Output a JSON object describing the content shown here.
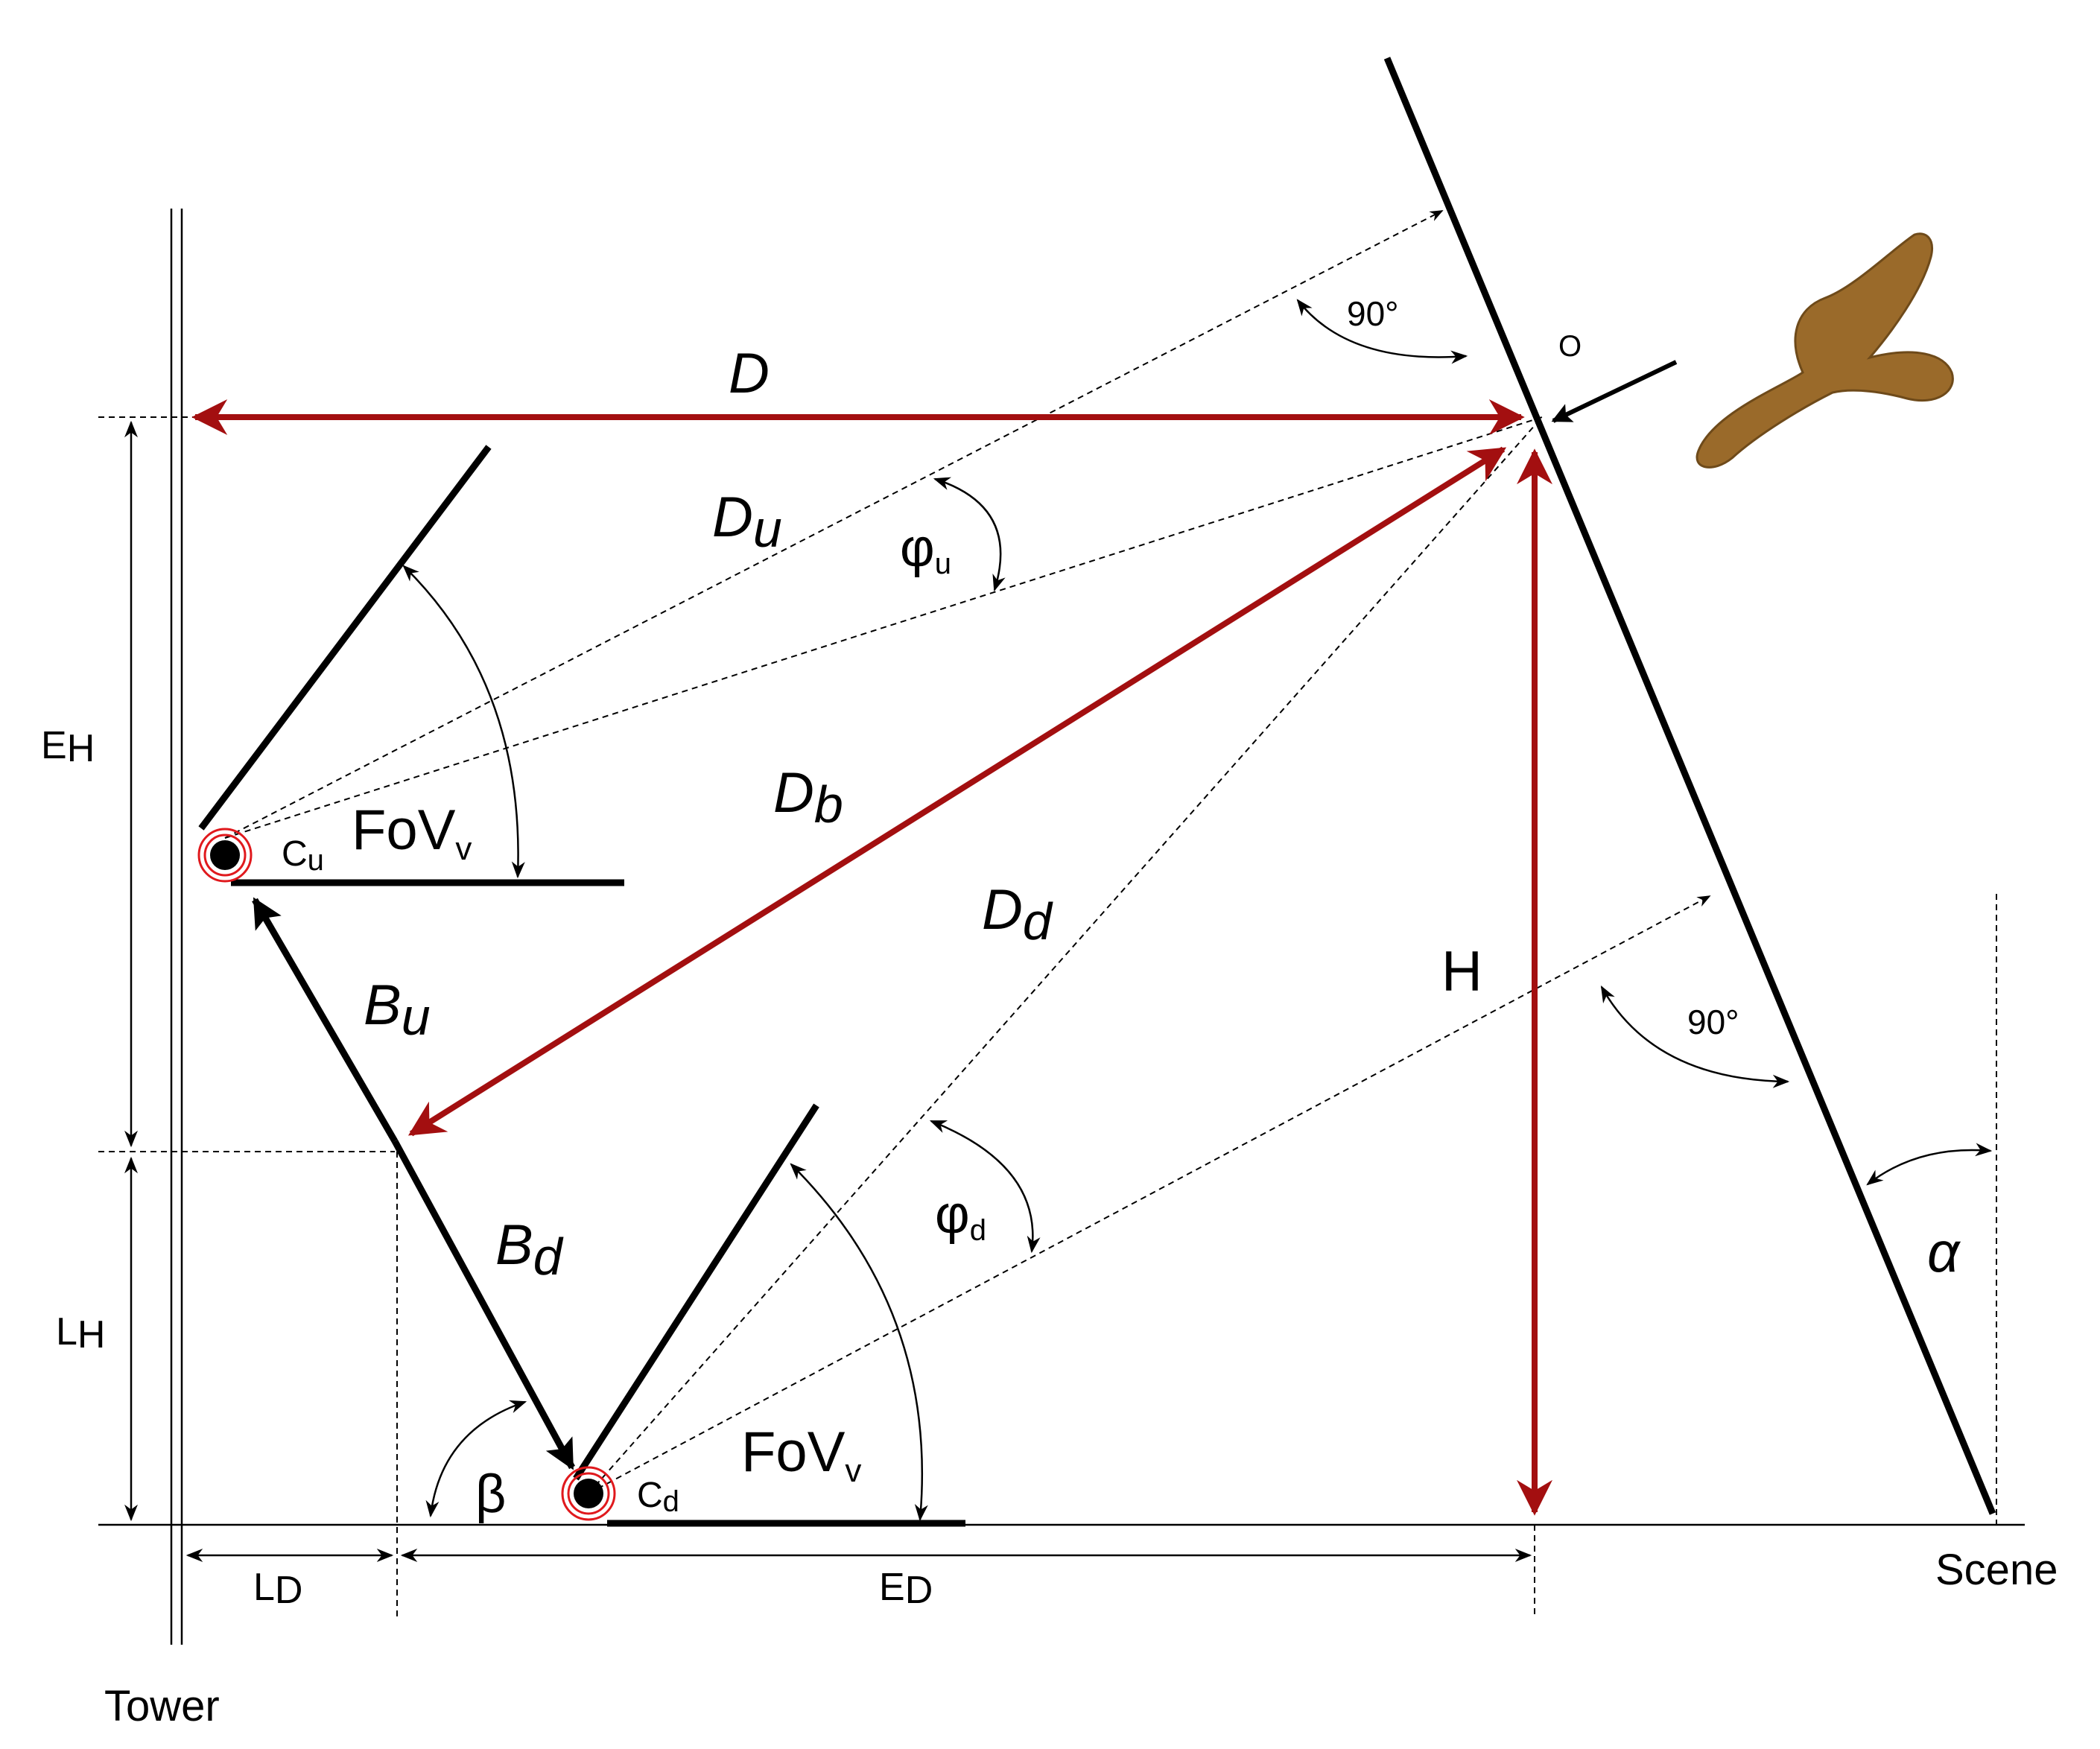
{
  "labels": {
    "tower": "Tower",
    "scene": "Scene",
    "D": "D",
    "Du_main": "D",
    "Du_sub": "u",
    "Db_main": "D",
    "Db_sub": "b",
    "Dd_main": "D",
    "Dd_sub": "d",
    "Bu_main": "B",
    "Bu_sub": "u",
    "Bd_main": "B",
    "Bd_sub": "d",
    "H": "H",
    "EH_main": "E",
    "EH_sub": "H",
    "LH_main": "L",
    "LH_sub": "H",
    "LD_main": "L",
    "LD_sub": "D",
    "ED_main": "E",
    "ED_sub": "D",
    "FoVv_top_main": "FoV",
    "FoVv_top_sub": "v",
    "FoVv_bottom_main": "FoV",
    "FoVv_bottom_sub": "v",
    "Cu_main": "C",
    "Cu_sub": "u",
    "Cd_main": "C",
    "Cd_sub": "d",
    "phi_u_main": "φ",
    "phi_u_sub": "u",
    "phi_d_main": "φ",
    "phi_d_sub": "d",
    "beta": "β",
    "alpha": "α",
    "deg_top": "90°",
    "deg_bottom": "90°",
    "O": "O"
  },
  "icons": {
    "bird": "bird-silhouette-icon"
  },
  "colors": {
    "red": "#a30f10",
    "black": "#000000",
    "bird": "#9a6a2a"
  }
}
